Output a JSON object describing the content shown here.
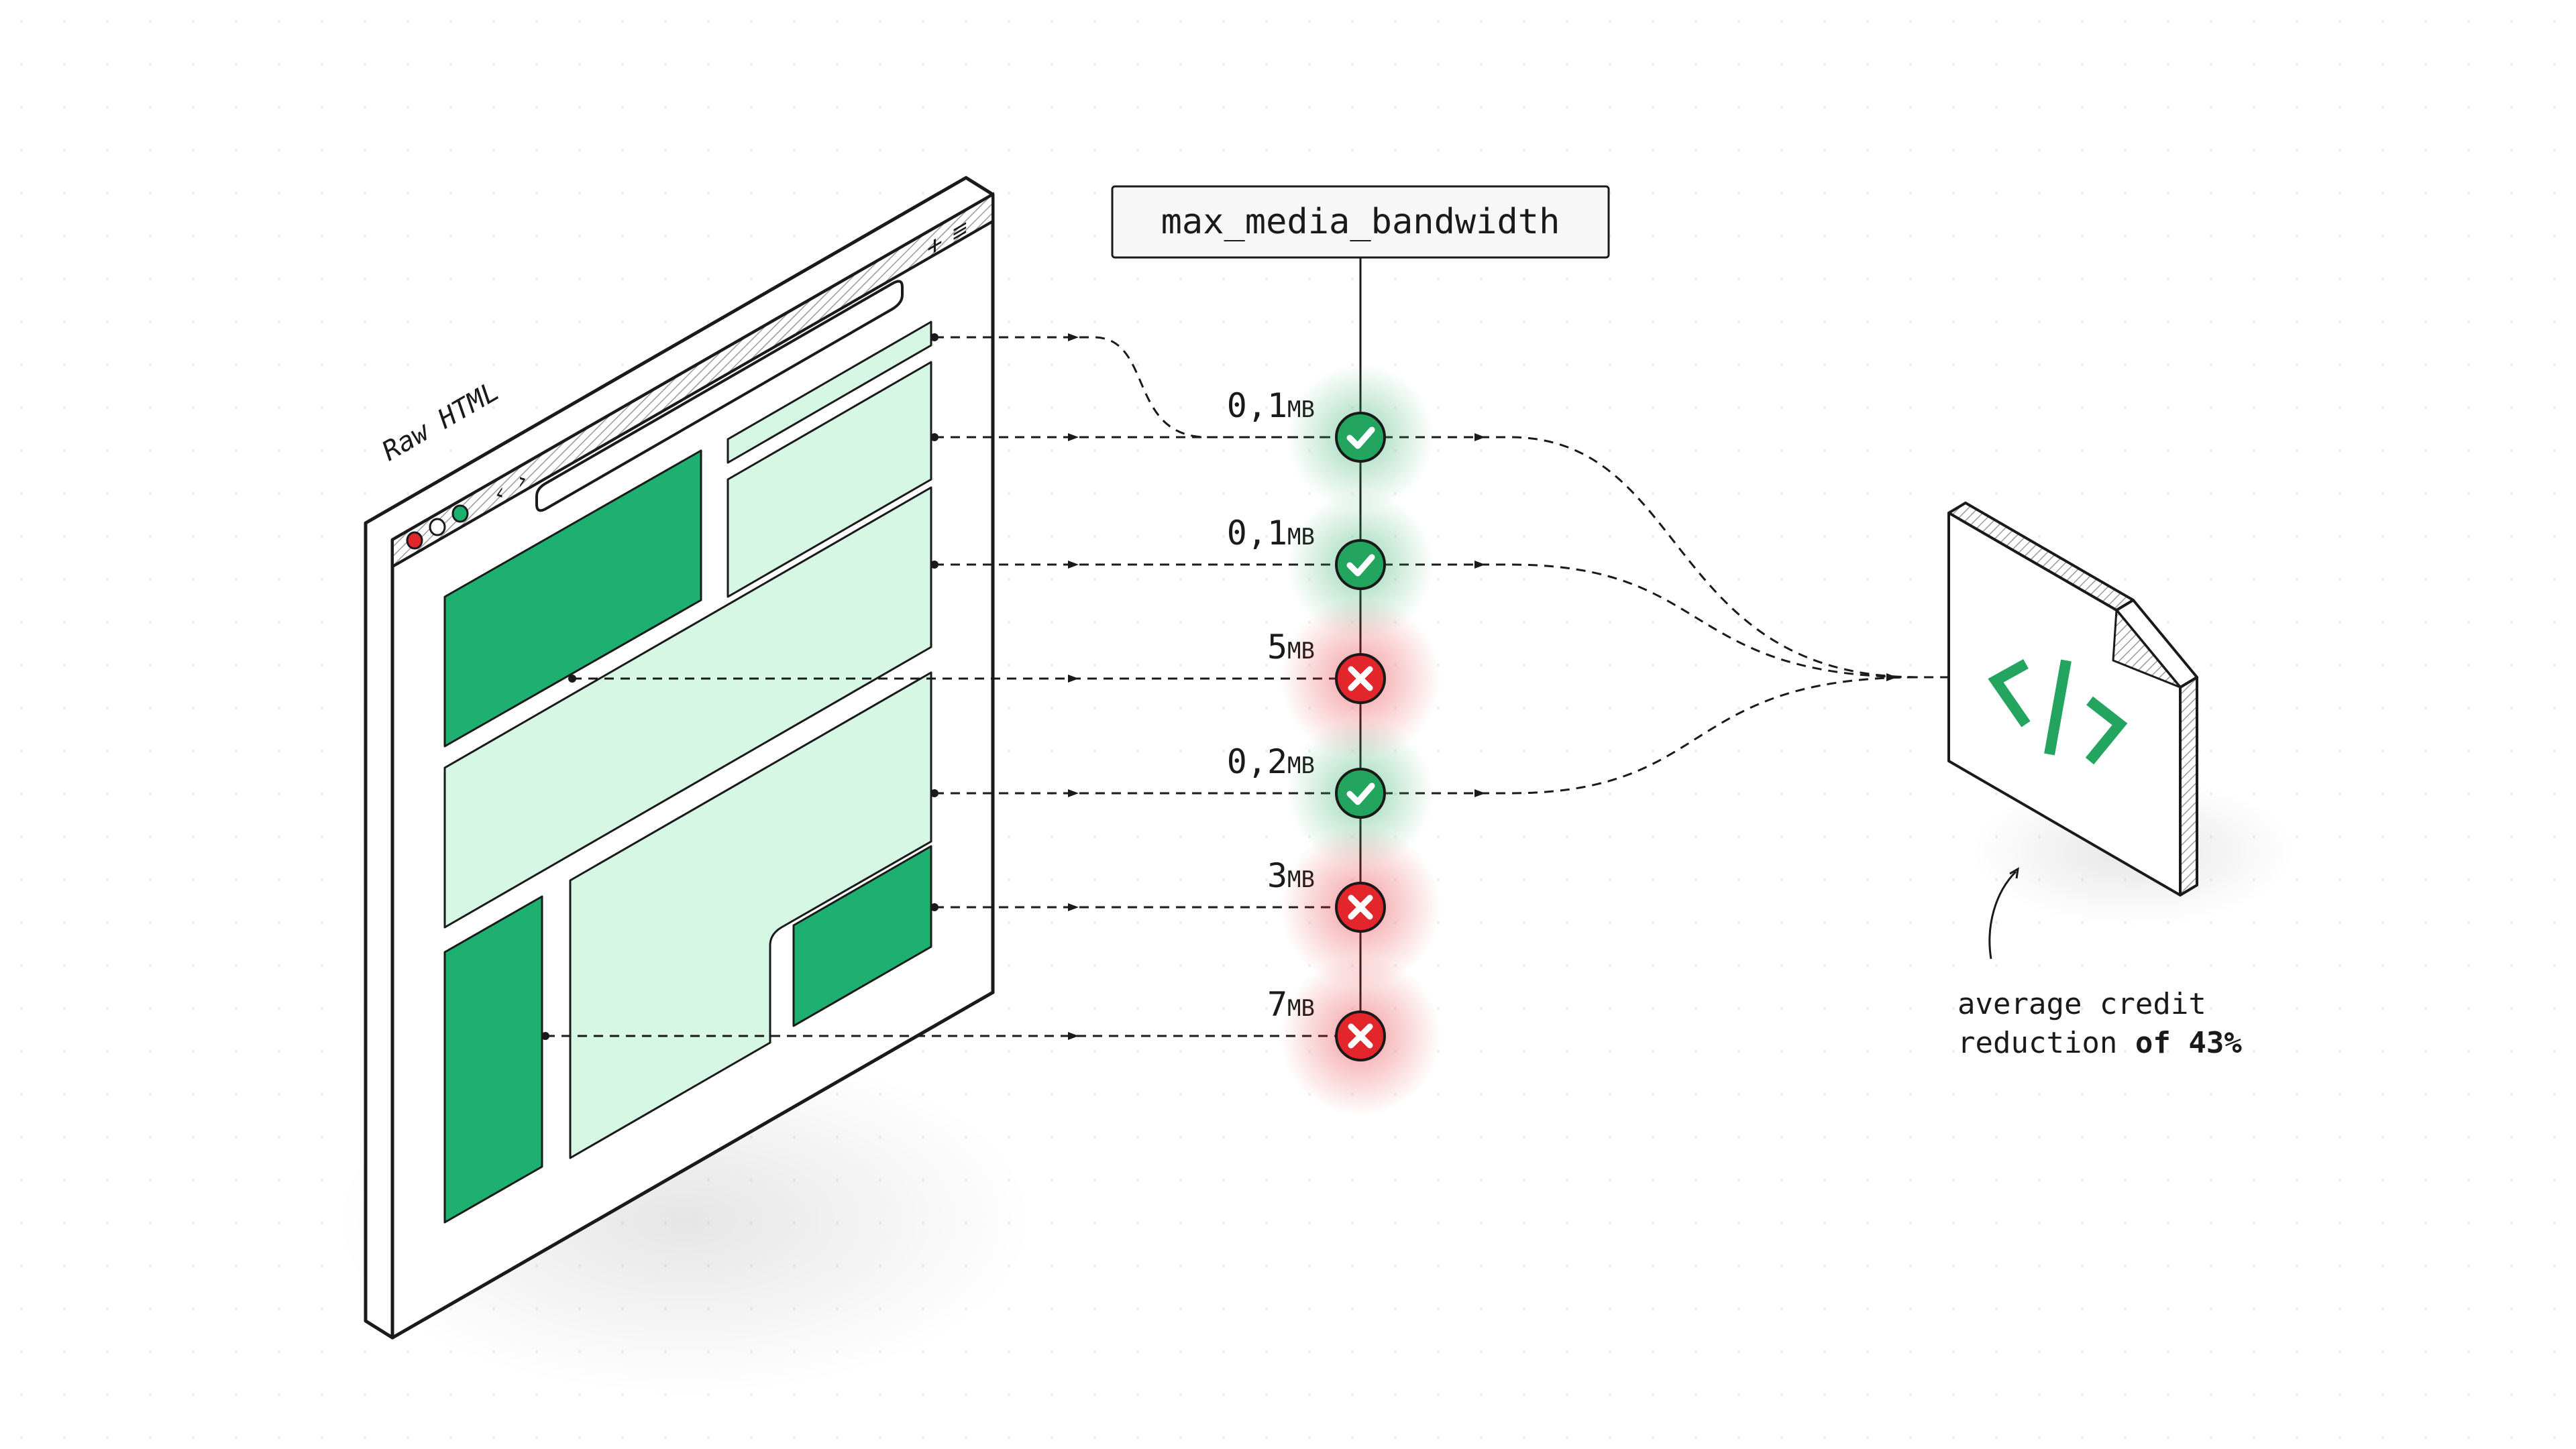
{
  "browser": {
    "caption": "Raw HTML",
    "window_controls": [
      "close",
      "minimize",
      "maximize"
    ],
    "nav": {
      "back": "‹",
      "forward": "›",
      "new_tab": "+",
      "menu": "≡"
    }
  },
  "parameter": {
    "label": "max_media_bandwidth"
  },
  "media_items": [
    {
      "number": "0,1",
      "unit": "MB",
      "status": "allowed"
    },
    {
      "number": "0,1",
      "unit": "MB",
      "status": "allowed"
    },
    {
      "number": "5",
      "unit": "MB",
      "status": "blocked"
    },
    {
      "number": "0,2",
      "unit": "MB",
      "status": "allowed"
    },
    {
      "number": "3",
      "unit": "MB",
      "status": "blocked"
    },
    {
      "number": "7",
      "unit": "MB",
      "status": "blocked"
    }
  ],
  "output": {
    "icon": "code-file-icon",
    "glyph": "</>"
  },
  "note": {
    "line1": "average credit",
    "line2_prefix": "reduction ",
    "line2_emphasis": "of 43%"
  },
  "colors": {
    "green_dark": "#1eb070",
    "green_light": "#d5f7e4",
    "allowed": "#24a55f",
    "blocked": "#e3252c",
    "close_dot": "#e3252c",
    "max_dot": "#1eb070",
    "ink": "#1a1a1a"
  }
}
